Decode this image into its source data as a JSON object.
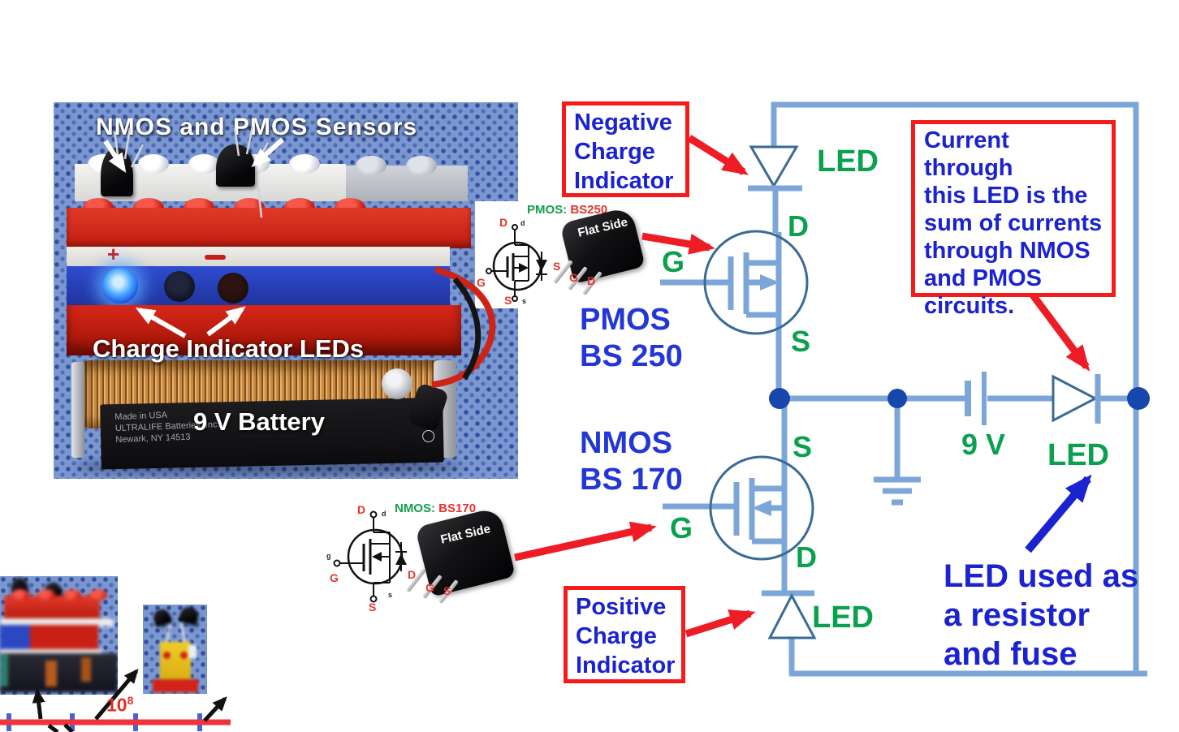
{
  "colors": {
    "wire_blue": "#7ca6d8",
    "outline_blue": "#3a6b96",
    "junction_blue": "#1746ad",
    "green_label": "#0aa14e",
    "blue_text": "#1b22cf",
    "red_accent": "#ee1c25",
    "fabric_blue": "#7b97d0"
  },
  "photo": {
    "sensors_label": "NMOS  and   PMOS  Sensors",
    "leds_label": "Charge Indicator LEDs",
    "battery_label": "9 V Battery",
    "battery_print": [
      "Made in USA",
      "ULTRALIFE Batteries, Inc.",
      "Newark, NY 14513"
    ],
    "plus_mark": "+"
  },
  "pinouts": {
    "pmos": {
      "type": "PMOS:",
      "part": "BS250",
      "flat_side": "Flat Side",
      "term_d": "D",
      "term_g": "G",
      "term_s": "S",
      "small_d": "d",
      "small_s": "s",
      "lead_labels": [
        "S",
        "G",
        "D"
      ]
    },
    "nmos": {
      "type": "NMOS:",
      "part": "BS170",
      "flat_side": "Flat Side",
      "term_d": "D",
      "term_g": "G",
      "term_s": "S",
      "small_d": "d",
      "small_g": "g",
      "small_s": "s",
      "lead_labels": [
        "D",
        "G",
        "S"
      ]
    }
  },
  "schematic": {
    "led_top": "LED",
    "pmos_drain": "D",
    "pmos_gate": "G",
    "pmos_source": "S",
    "pmos_name": "PMOS",
    "pmos_part": "BS 250",
    "nmos_name": "NMOS",
    "nmos_part": "BS 170",
    "nmos_source": "S",
    "nmos_gate": "G",
    "nmos_drain": "D",
    "led_bottom": "LED",
    "battery_voltage": "9 V",
    "led_right": "LED"
  },
  "callouts": {
    "negative": [
      "Negative",
      "Charge",
      "Indicator"
    ],
    "positive": [
      "Positive",
      "Charge",
      "Indicator"
    ],
    "current_sum": [
      "Current through",
      "this LED is the",
      "sum of currents",
      "through NMOS",
      "and PMOS",
      "circuits."
    ],
    "led_resistor": [
      "LED used as",
      "a resistor",
      "and fuse"
    ]
  },
  "scale": {
    "power_base": "10",
    "power_exp": "8"
  }
}
